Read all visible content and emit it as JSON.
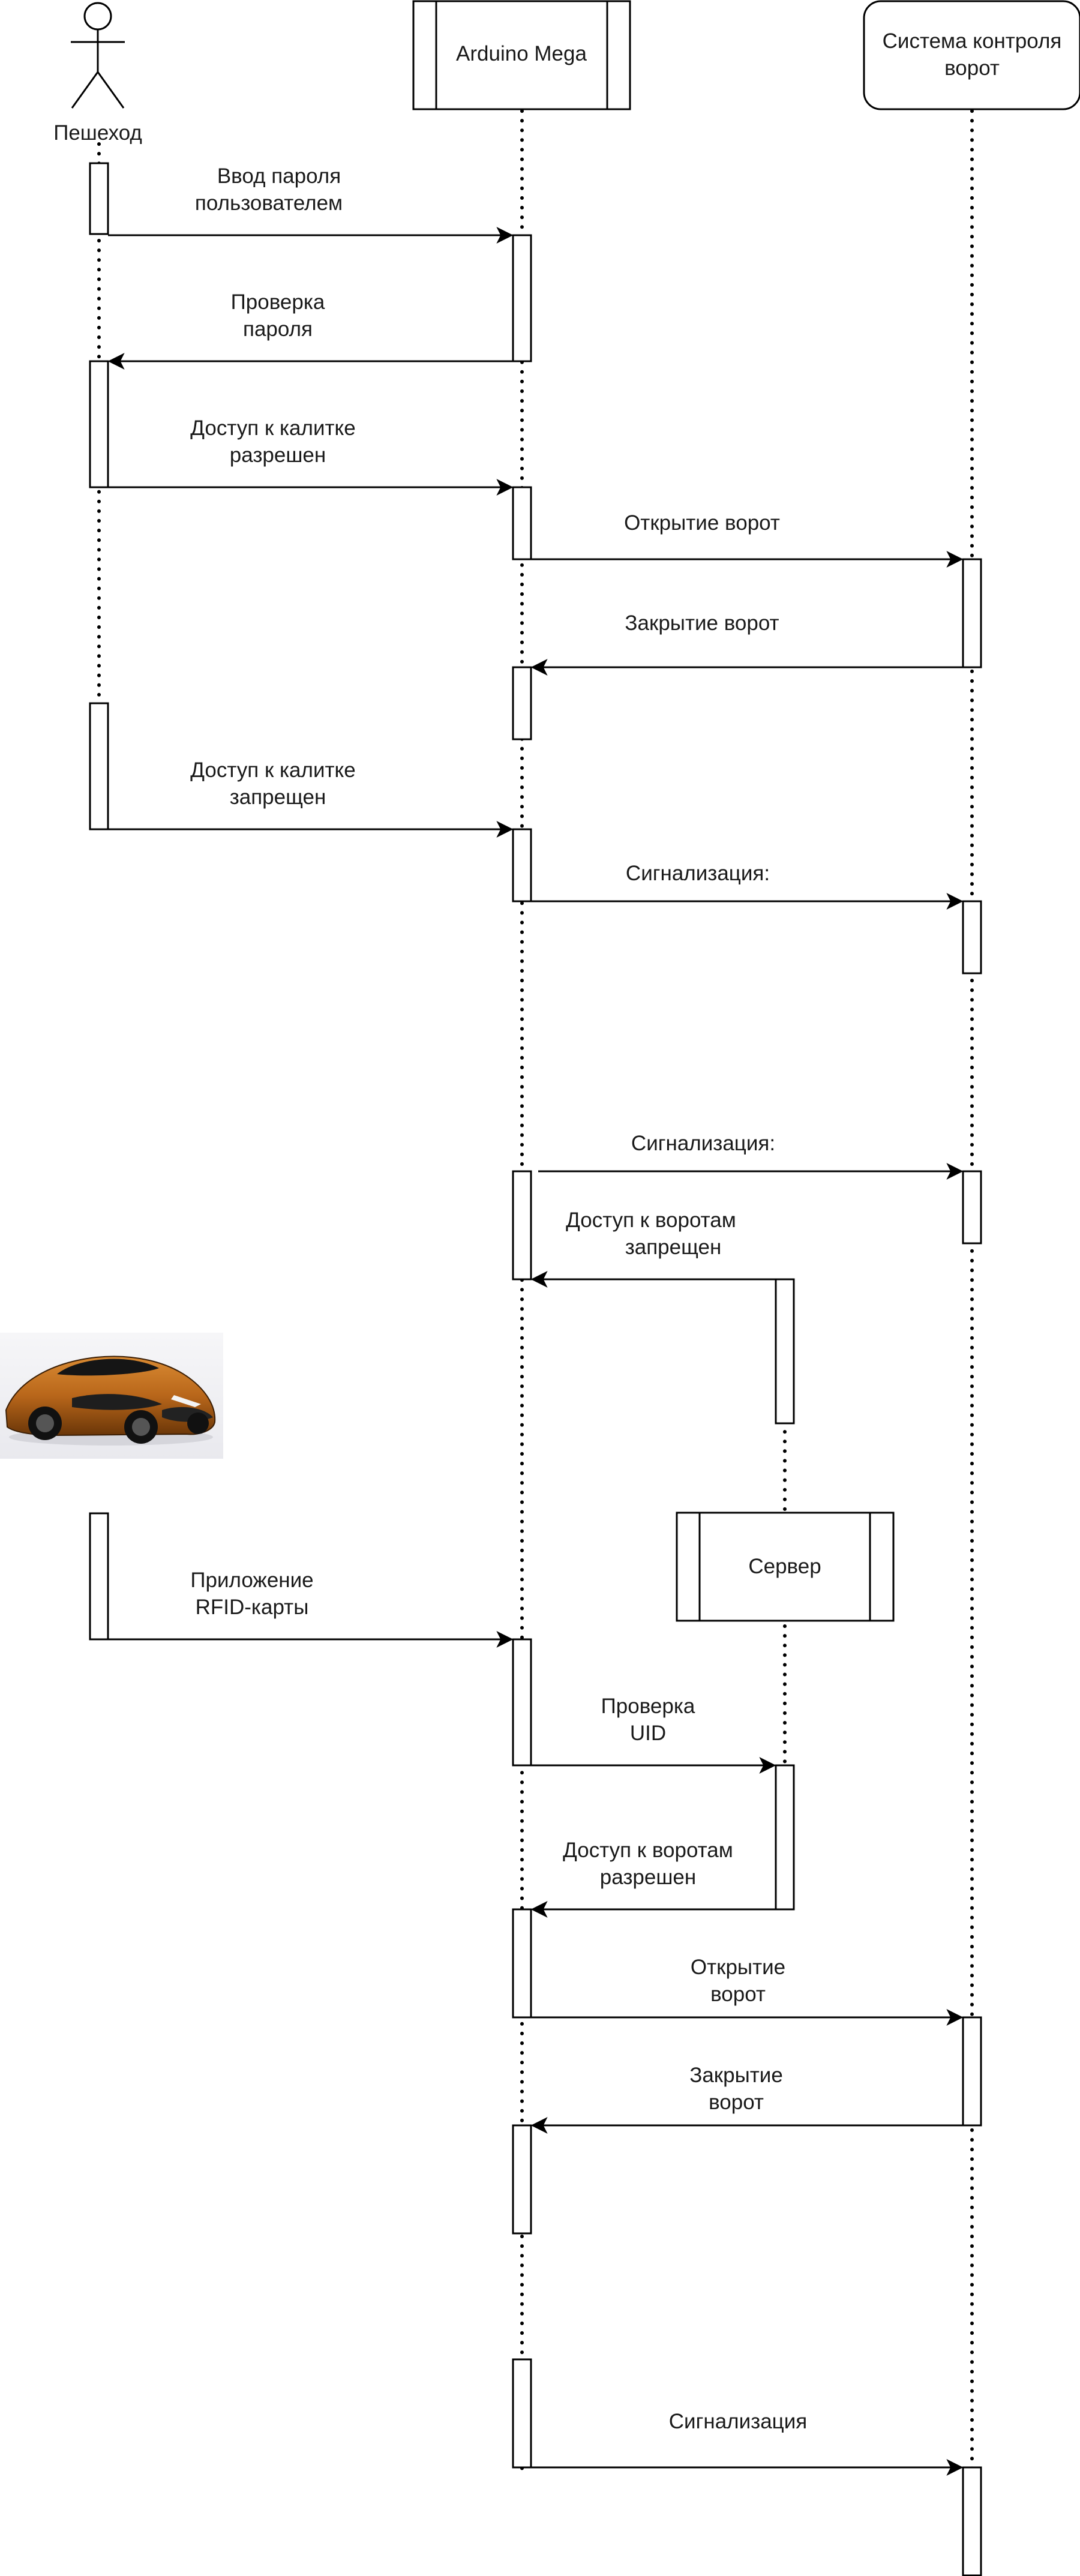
{
  "participants": {
    "pedestrian": "Пешеход",
    "arduino": "Arduino Mega",
    "gate_system": [
      "Система контроля",
      "ворот"
    ],
    "server": "Сервер"
  },
  "messages": [
    {
      "id": "m1",
      "from": "pedestrian",
      "to": "arduino",
      "label": [
        "Ввод пароля",
        "пользователем"
      ]
    },
    {
      "id": "m2",
      "from": "arduino",
      "to": "pedestrian",
      "label": [
        "Проверка",
        "пароля"
      ]
    },
    {
      "id": "m3",
      "from": "pedestrian",
      "to": "arduino",
      "label": [
        "Доступ к калитке",
        "разрешен"
      ]
    },
    {
      "id": "m4",
      "from": "arduino",
      "to": "gate_system",
      "label": [
        "Открытие ворот"
      ]
    },
    {
      "id": "m5",
      "from": "gate_system",
      "to": "arduino",
      "label": [
        "Закрытие ворот"
      ]
    },
    {
      "id": "m6",
      "from": "pedestrian",
      "to": "arduino",
      "label": [
        "Доступ к калитке",
        "запрещен"
      ]
    },
    {
      "id": "m7",
      "from": "arduino",
      "to": "gate_system",
      "label": [
        "Сигнализация:"
      ]
    },
    {
      "id": "m8",
      "from": "arduino",
      "to": "gate_system",
      "label": [
        "Сигнализация:"
      ]
    },
    {
      "id": "m9",
      "from": "server",
      "to": "arduino",
      "label": [
        "Доступ к воротам",
        "запрещен"
      ]
    },
    {
      "id": "m10",
      "from": "pedestrian",
      "to": "arduino",
      "label": [
        "Приложение",
        "RFID-карты"
      ]
    },
    {
      "id": "m11",
      "from": "arduino",
      "to": "server",
      "label": [
        "Проверка",
        "UID"
      ]
    },
    {
      "id": "m12",
      "from": "server",
      "to": "arduino",
      "label": [
        "Доступ к воротам",
        "разрешен"
      ]
    },
    {
      "id": "m13",
      "from": "arduino",
      "to": "gate_system",
      "label": [
        "Открытие",
        "ворот"
      ]
    },
    {
      "id": "m14",
      "from": "gate_system",
      "to": "arduino",
      "label": [
        "Закрытие",
        "ворот"
      ]
    },
    {
      "id": "m15",
      "from": "arduino",
      "to": "gate_system",
      "label": [
        "Сигнализация"
      ]
    }
  ],
  "image": {
    "subject": "orange sports car",
    "icon": "car-image"
  }
}
